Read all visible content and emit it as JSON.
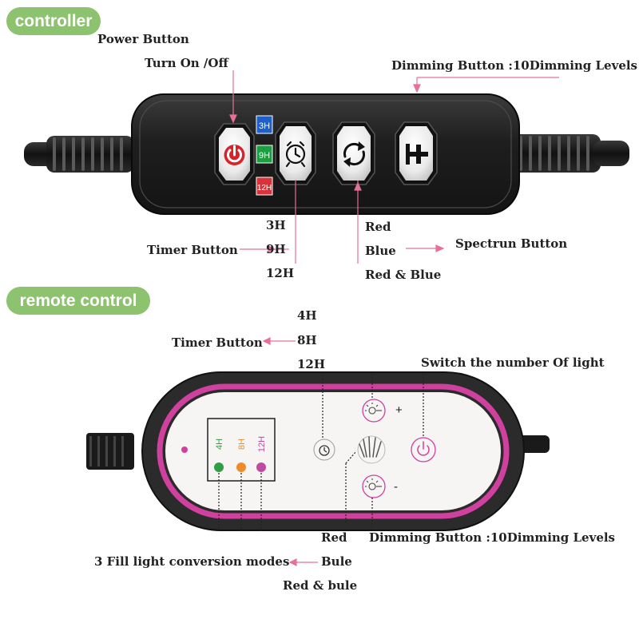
{
  "sections": {
    "controller": "controller",
    "remote": "remote control"
  },
  "controller": {
    "power_button": "Power Button",
    "turn_on_off": "Turn On /Off",
    "dimming_button": "Dimming Button :10Dimming Levels",
    "timer_3h": "3H",
    "timer_9h": "9H",
    "timer_12h": "12H",
    "timer_button": "Timer Button",
    "red": "Red",
    "blue": "Blue",
    "red_blue": "Red & Blue",
    "spectrum_button": "Spectrun Button",
    "badge_3h": "3H",
    "badge_9h": "9H",
    "badge_12h": "12H"
  },
  "remote": {
    "timer_4h": "4H",
    "timer_8h": "8H",
    "timer_12h": "12H",
    "timer_button": "Timer Button",
    "switch_label": "Switch  the number Of light",
    "red": "Red",
    "dimming_button": "Dimming Button :10Dimming Levels",
    "fill_modes": "3 Fill light conversion modes",
    "bule": "Bule",
    "red_bule": "Red & bule",
    "panel_4h": "4H",
    "panel_8h": "8H",
    "panel_12h": "12H",
    "plus": "+",
    "minus": "-"
  },
  "colors": {
    "pill_green": "#8dc26f",
    "pointer_pink": "#e5709a",
    "remote_magenta": "#d0409e",
    "badge_blue": "#1f5fc8",
    "badge_green": "#1aa040",
    "badge_red": "#d8333a",
    "dot_green": "#2f9e44",
    "dot_orange": "#f08c28",
    "dot_purple": "#c04aa0"
  }
}
